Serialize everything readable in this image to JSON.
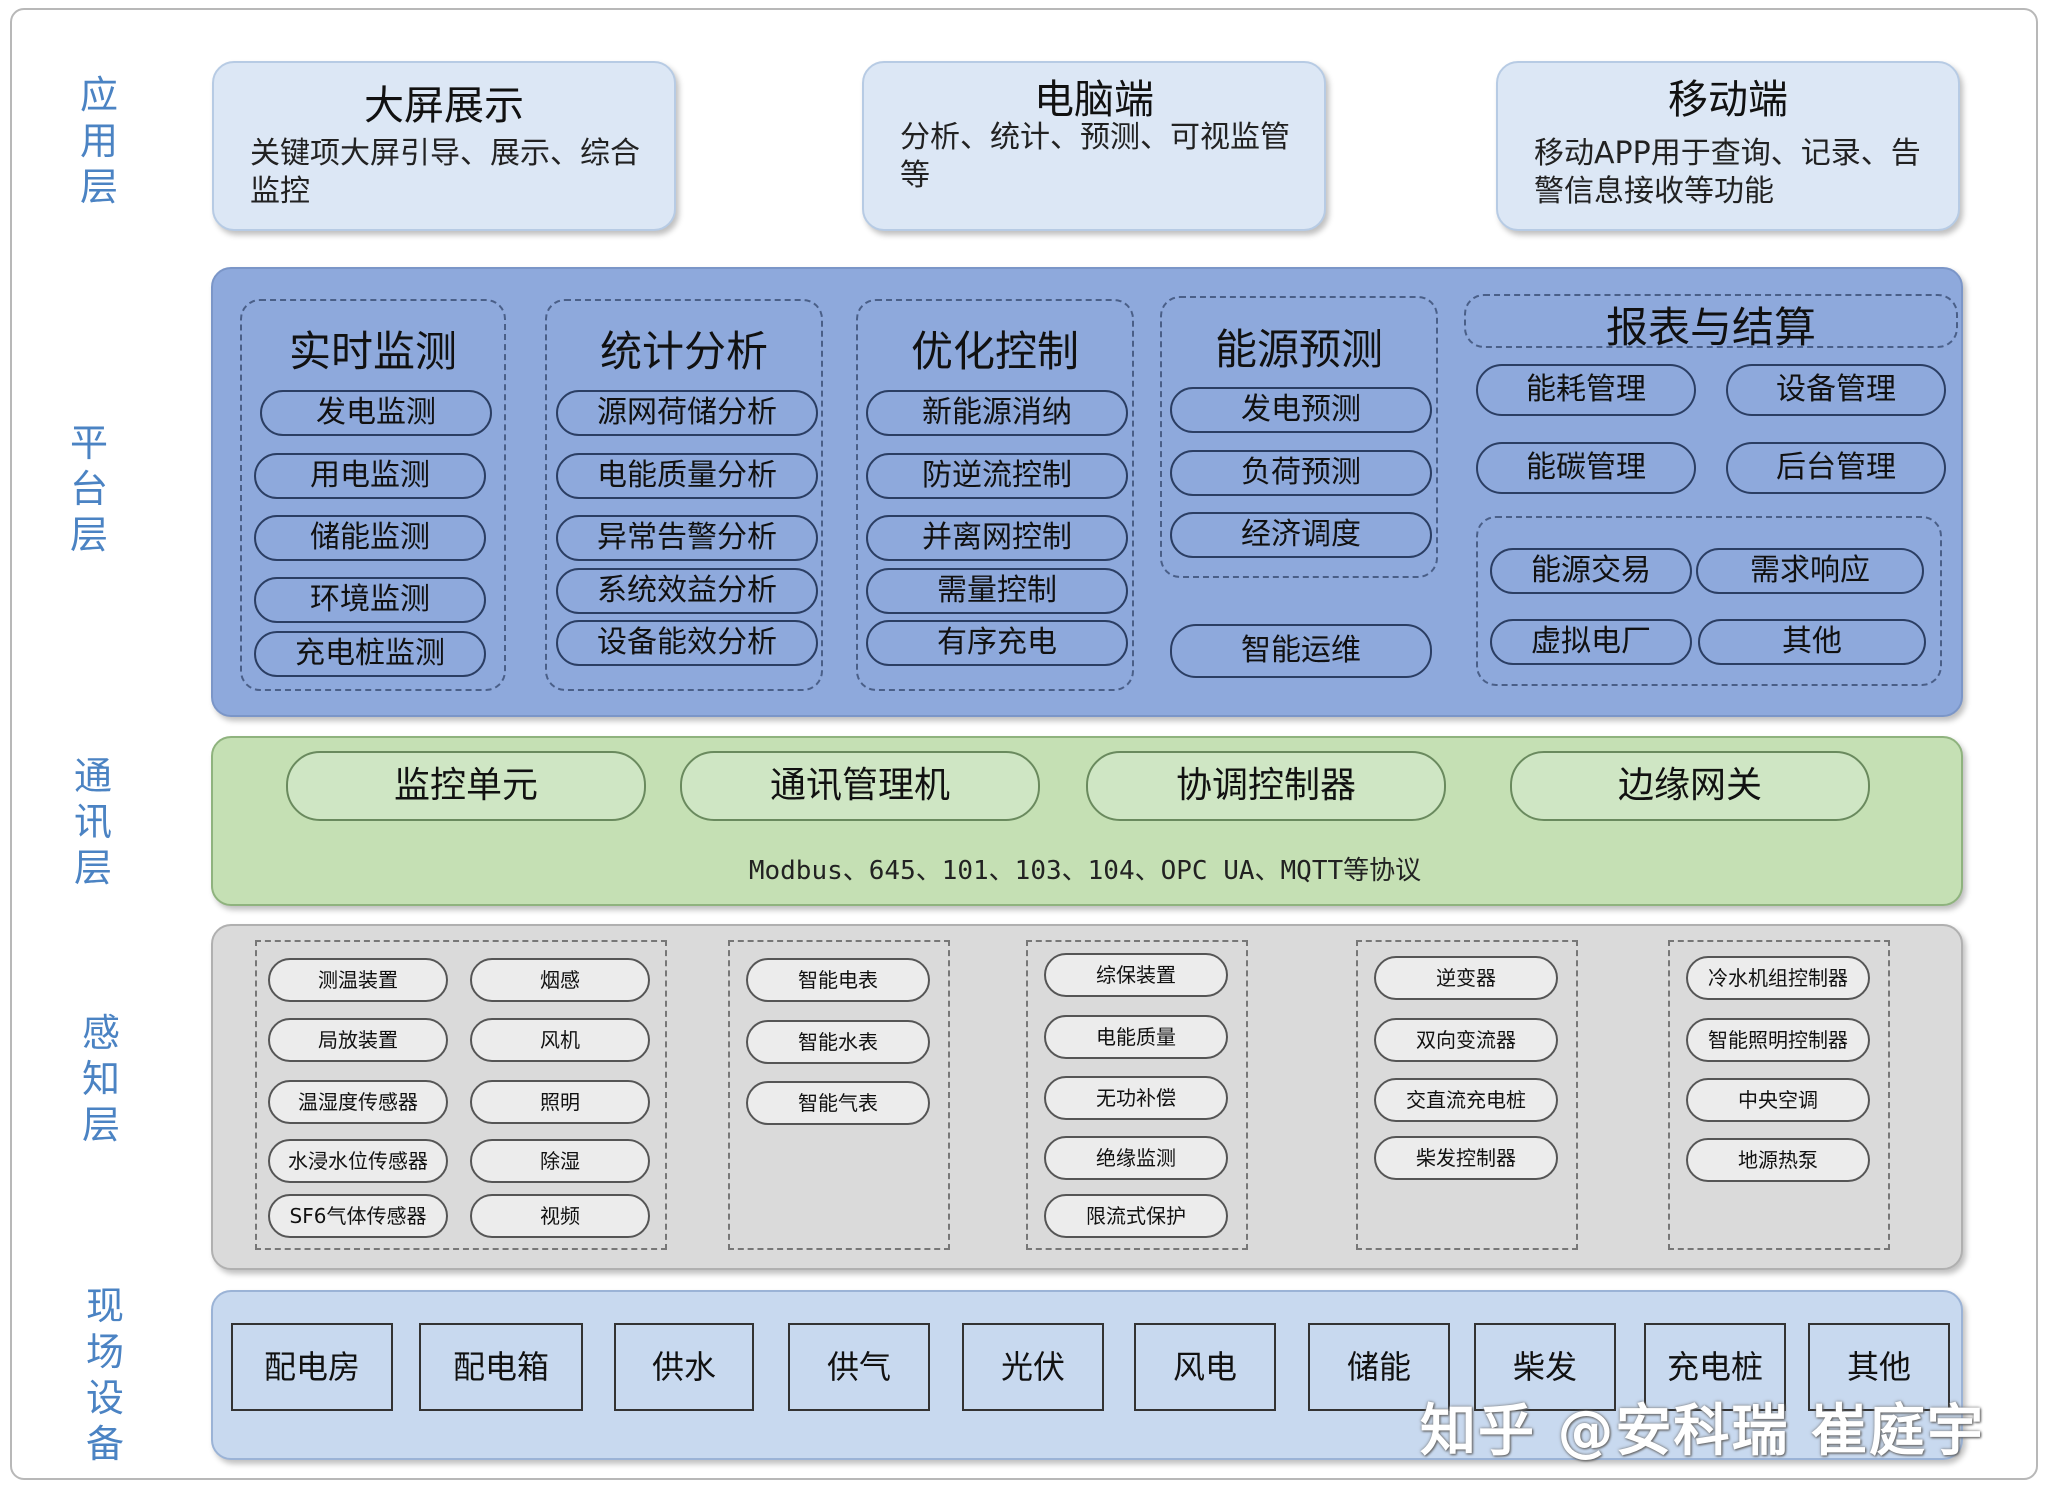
{
  "layers": {
    "app": "应\n用\n层",
    "platform": "平\n台\n层",
    "comm": "通\n讯\n层",
    "sense": "感\n知\n层",
    "field": "现\n场\n设\n备"
  },
  "app": [
    {
      "title": "大屏展示",
      "desc": "关键项大屏引导、展示、综合监控"
    },
    {
      "title": "电脑端",
      "desc": "分析、统计、预测、可视监管等"
    },
    {
      "title": "移动端",
      "desc": "移动APP用于查询、记录、告警信息接收等功能"
    }
  ],
  "platform": {
    "realtime": {
      "title": "实时监测",
      "items": [
        "发电监测",
        "用电监测",
        "储能监测",
        "环境监测",
        "充电桩监测"
      ]
    },
    "stats": {
      "title": "统计分析",
      "items": [
        "源网荷储分析",
        "电能质量分析",
        "异常告警分析",
        "系统效益分析",
        "设备能效分析"
      ]
    },
    "optimize": {
      "title": "优化控制",
      "items": [
        "新能源消纳",
        "防逆流控制",
        "并离网控制",
        "需量控制",
        "有序充电"
      ]
    },
    "forecast": {
      "title": "能源预测",
      "items": [
        "发电预测",
        "负荷预测",
        "经济调度"
      ]
    },
    "ops": "智能运维",
    "report": {
      "title": "报表与结算",
      "items": [
        "能耗管理",
        "设备管理",
        "能碳管理",
        "后台管理"
      ]
    },
    "trade": [
      "能源交易",
      "需求响应",
      "虚拟电厂",
      "其他"
    ]
  },
  "comm": {
    "units": [
      "监控单元",
      "通讯管理机",
      "协调控制器",
      "边缘网关"
    ],
    "protocol": "Modbus、645、101、103、104、OPC UA、MQTT等协议"
  },
  "sense": {
    "g1_left": [
      "测温装置",
      "局放装置",
      "温湿度传感器",
      "水浸水位传感器",
      "SF6气体传感器"
    ],
    "g1_right": [
      "烟感",
      "风机",
      "照明",
      "除湿",
      "视频"
    ],
    "g2": [
      "智能电表",
      "智能水表",
      "智能气表"
    ],
    "g3": [
      "综保装置",
      "电能质量",
      "无功补偿",
      "绝缘监测",
      "限流式保护"
    ],
    "g4": [
      "逆变器",
      "双向变流器",
      "交直流充电桩",
      "柴发控制器"
    ],
    "g5": [
      "冷水机组控制器",
      "智能照明控制器",
      "中央空调",
      "地源热泵"
    ]
  },
  "field": [
    "配电房",
    "配电箱",
    "供水",
    "供气",
    "光伏",
    "风电",
    "储能",
    "柴发",
    "充电桩",
    "其他"
  ],
  "watermark": "知乎 @安科瑞 崔庭宇"
}
